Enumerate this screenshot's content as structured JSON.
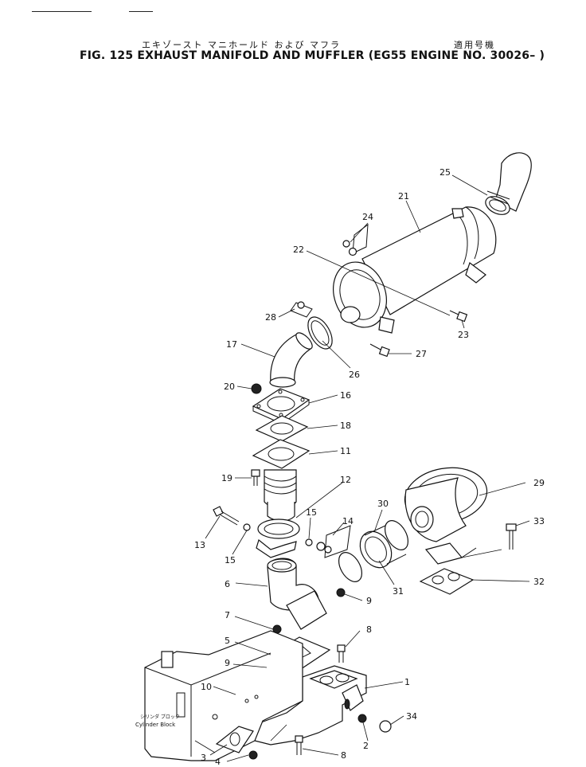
{
  "header": {
    "japanese_title": "エキゾースト マニホールド および マフラ",
    "japanese_applicable": "適用号機",
    "title": "FIG. 125  EXHAUST  MANIFOLD  AND  MUFFLER  (EG55  ENGINE  NO. 30026– )"
  },
  "cylinder_block": {
    "label_jp": "シリンダ ブロック",
    "label_en": "Cylinder Block"
  },
  "callouts": [
    "25",
    "21",
    "24",
    "22",
    "23",
    "28",
    "27",
    "17",
    "26",
    "20",
    "16",
    "18",
    "11",
    "19",
    "12",
    "29",
    "30",
    "33",
    "15",
    "14",
    "13",
    "15",
    "6",
    "31",
    "32",
    "9",
    "7",
    "8",
    "5",
    "9",
    "10",
    "1",
    "34",
    "2",
    "3",
    "8",
    "4"
  ]
}
